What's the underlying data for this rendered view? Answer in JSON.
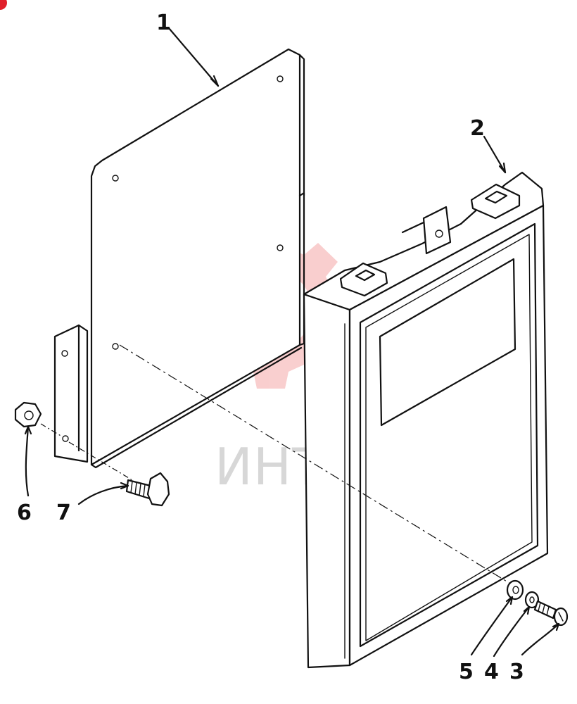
{
  "diagram": {
    "callouts": [
      {
        "id": "1",
        "label": "1"
      },
      {
        "id": "2",
        "label": "2"
      },
      {
        "id": "3",
        "label": "3"
      },
      {
        "id": "4",
        "label": "4"
      },
      {
        "id": "5",
        "label": "5"
      },
      {
        "id": "6",
        "label": "6"
      },
      {
        "id": "7",
        "label": "7"
      }
    ],
    "watermark": {
      "text": "ИНТЕХ",
      "color": "#f08080"
    },
    "colors": {
      "ink": "#111111",
      "background": "#ffffff",
      "corner_mark": "#e0202a"
    }
  }
}
